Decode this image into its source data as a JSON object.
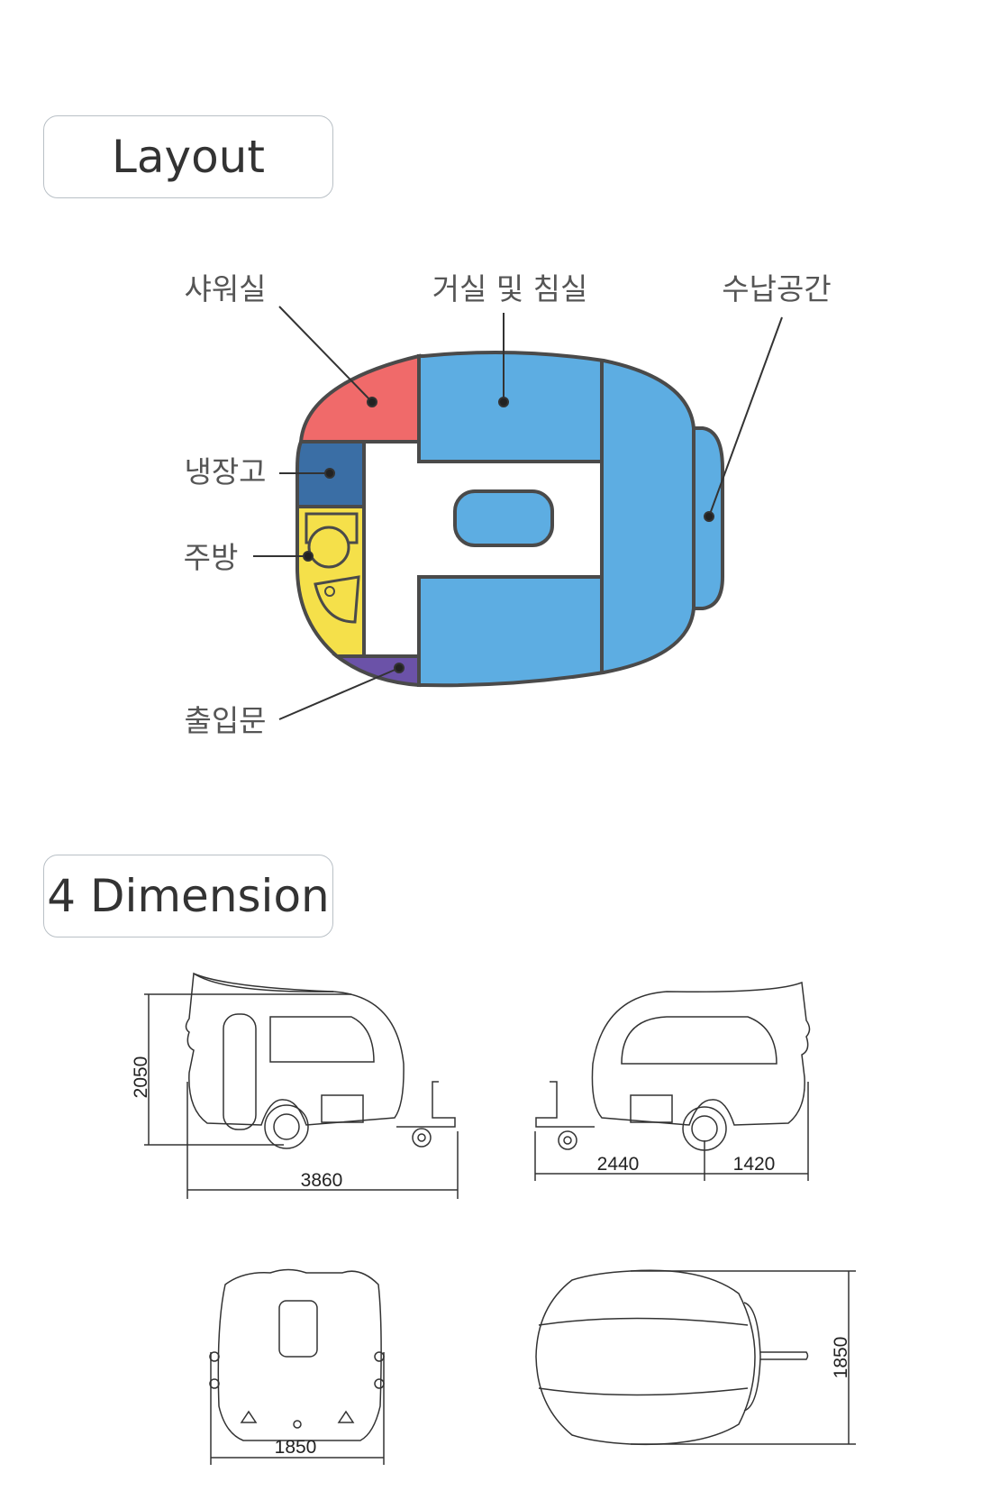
{
  "sections": {
    "layout": {
      "title": "Layout"
    },
    "dimension": {
      "title": "4 Dimension"
    }
  },
  "layout_labels": {
    "shower": "샤워실",
    "living": "거실 및 침실",
    "storage": "수납공간",
    "fridge": "냉장고",
    "kitchen": "주방",
    "entrance": "출입문"
  },
  "dimensions": {
    "side_height": "2050",
    "side_length": "3860",
    "rear_left": "2440",
    "rear_right": "1420",
    "front_width": "1850",
    "top_width": "1850"
  },
  "colors": {
    "living": "#5dade2",
    "shower": "#f06a6a",
    "fridge": "#3a6ea5",
    "kitchen": "#f5e04a",
    "entrance": "#6b52a8",
    "outline": "#4a4a4a"
  }
}
